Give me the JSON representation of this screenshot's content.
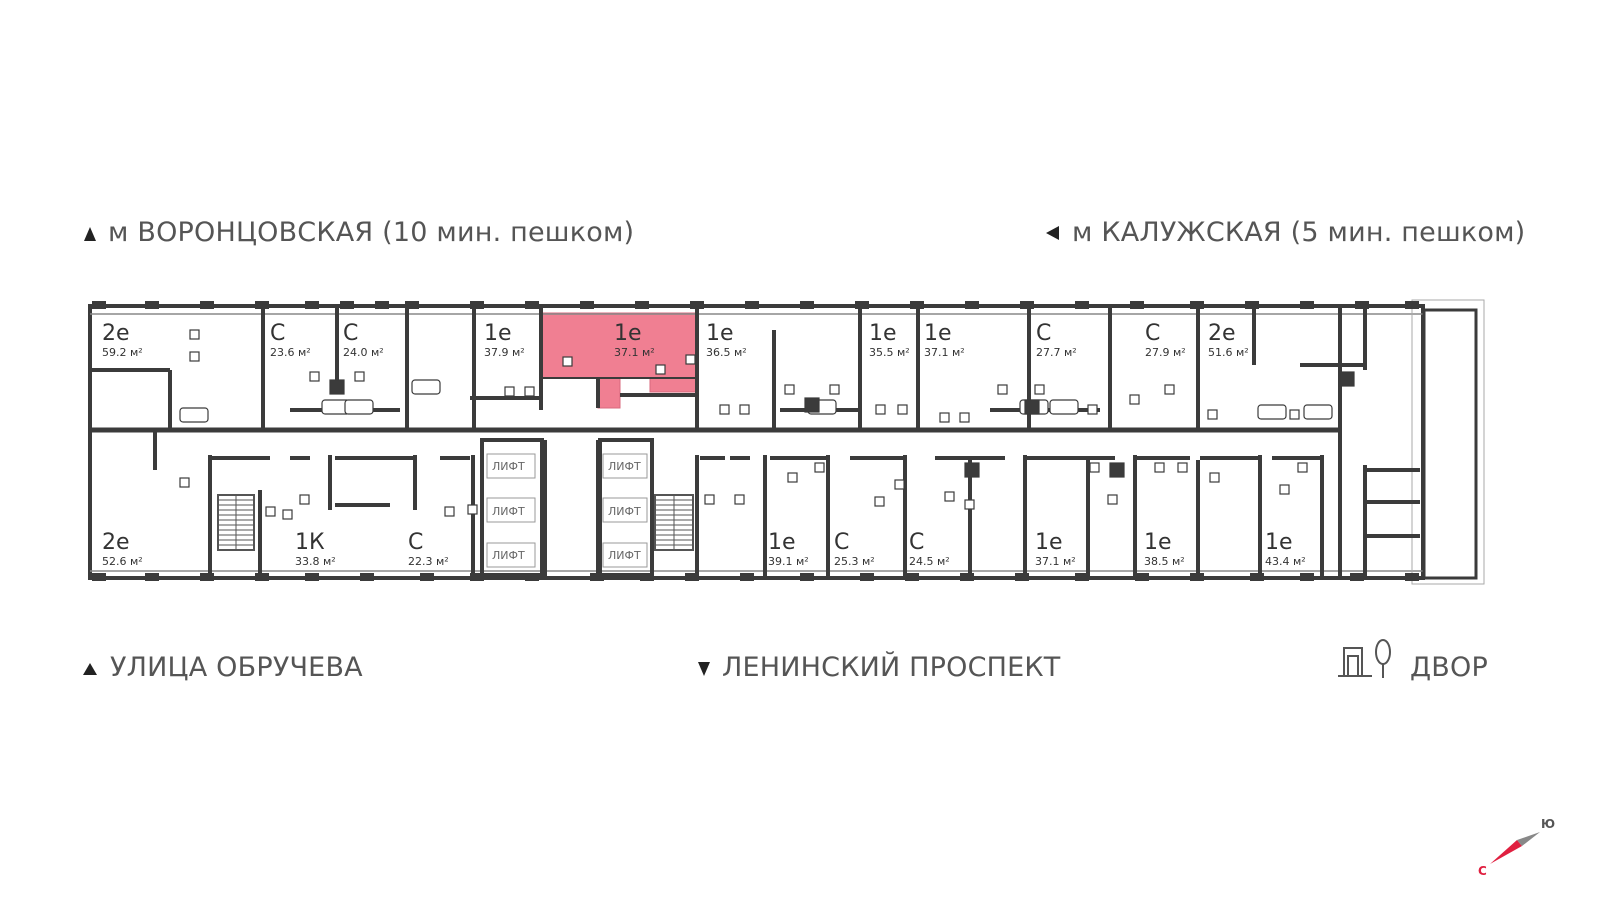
{
  "directions": {
    "top_left": "м ВОРОНЦОВСКАЯ  (10 мин. пешком)",
    "top_right": "м КАЛУЖСКАЯ (5 мин. пешком)",
    "bottom_left": "УЛИЦА ОБРУЧЕВА",
    "bottom_center": "ЛЕНИНСКИЙ ПРОСПЕКТ",
    "bottom_right": "ДВОР"
  },
  "compass": {
    "north": "С",
    "south": "Ю"
  },
  "colors": {
    "highlight": "#f07f92",
    "wall": "#3b3b3b",
    "text": "#555555",
    "compass_north": "#e02040"
  },
  "lift_label": "ЛИФТ",
  "apartments_top": [
    {
      "type": "2е",
      "area": "59.2 м²"
    },
    {
      "type": "С",
      "area": "23.6 м²"
    },
    {
      "type": "С",
      "area": "24.0 м²"
    },
    {
      "type": "1е",
      "area": "37.9 м²"
    },
    {
      "type": "1е",
      "area": "37.1 м²",
      "selected": true
    },
    {
      "type": "1е",
      "area": "36.5 м²"
    },
    {
      "type": "1е",
      "area": "35.5 м²"
    },
    {
      "type": "1е",
      "area": "37.1 м²"
    },
    {
      "type": "С",
      "area": "27.7 м²"
    },
    {
      "type": "С",
      "area": "27.9 м²"
    },
    {
      "type": "2е",
      "area": "51.6 м²"
    }
  ],
  "apartments_bottom": [
    {
      "type": "2е",
      "area": "52.6 м²"
    },
    {
      "type": "1К",
      "area": "33.8 м²"
    },
    {
      "type": "С",
      "area": "22.3 м²"
    },
    {
      "type": "1е",
      "area": "39.1 м²"
    },
    {
      "type": "С",
      "area": "25.3 м²"
    },
    {
      "type": "С",
      "area": "24.5 м²"
    },
    {
      "type": "1е",
      "area": "37.1 м²"
    },
    {
      "type": "1е",
      "area": "38.5 м²"
    },
    {
      "type": "1е",
      "area": "43.4 м²"
    }
  ]
}
